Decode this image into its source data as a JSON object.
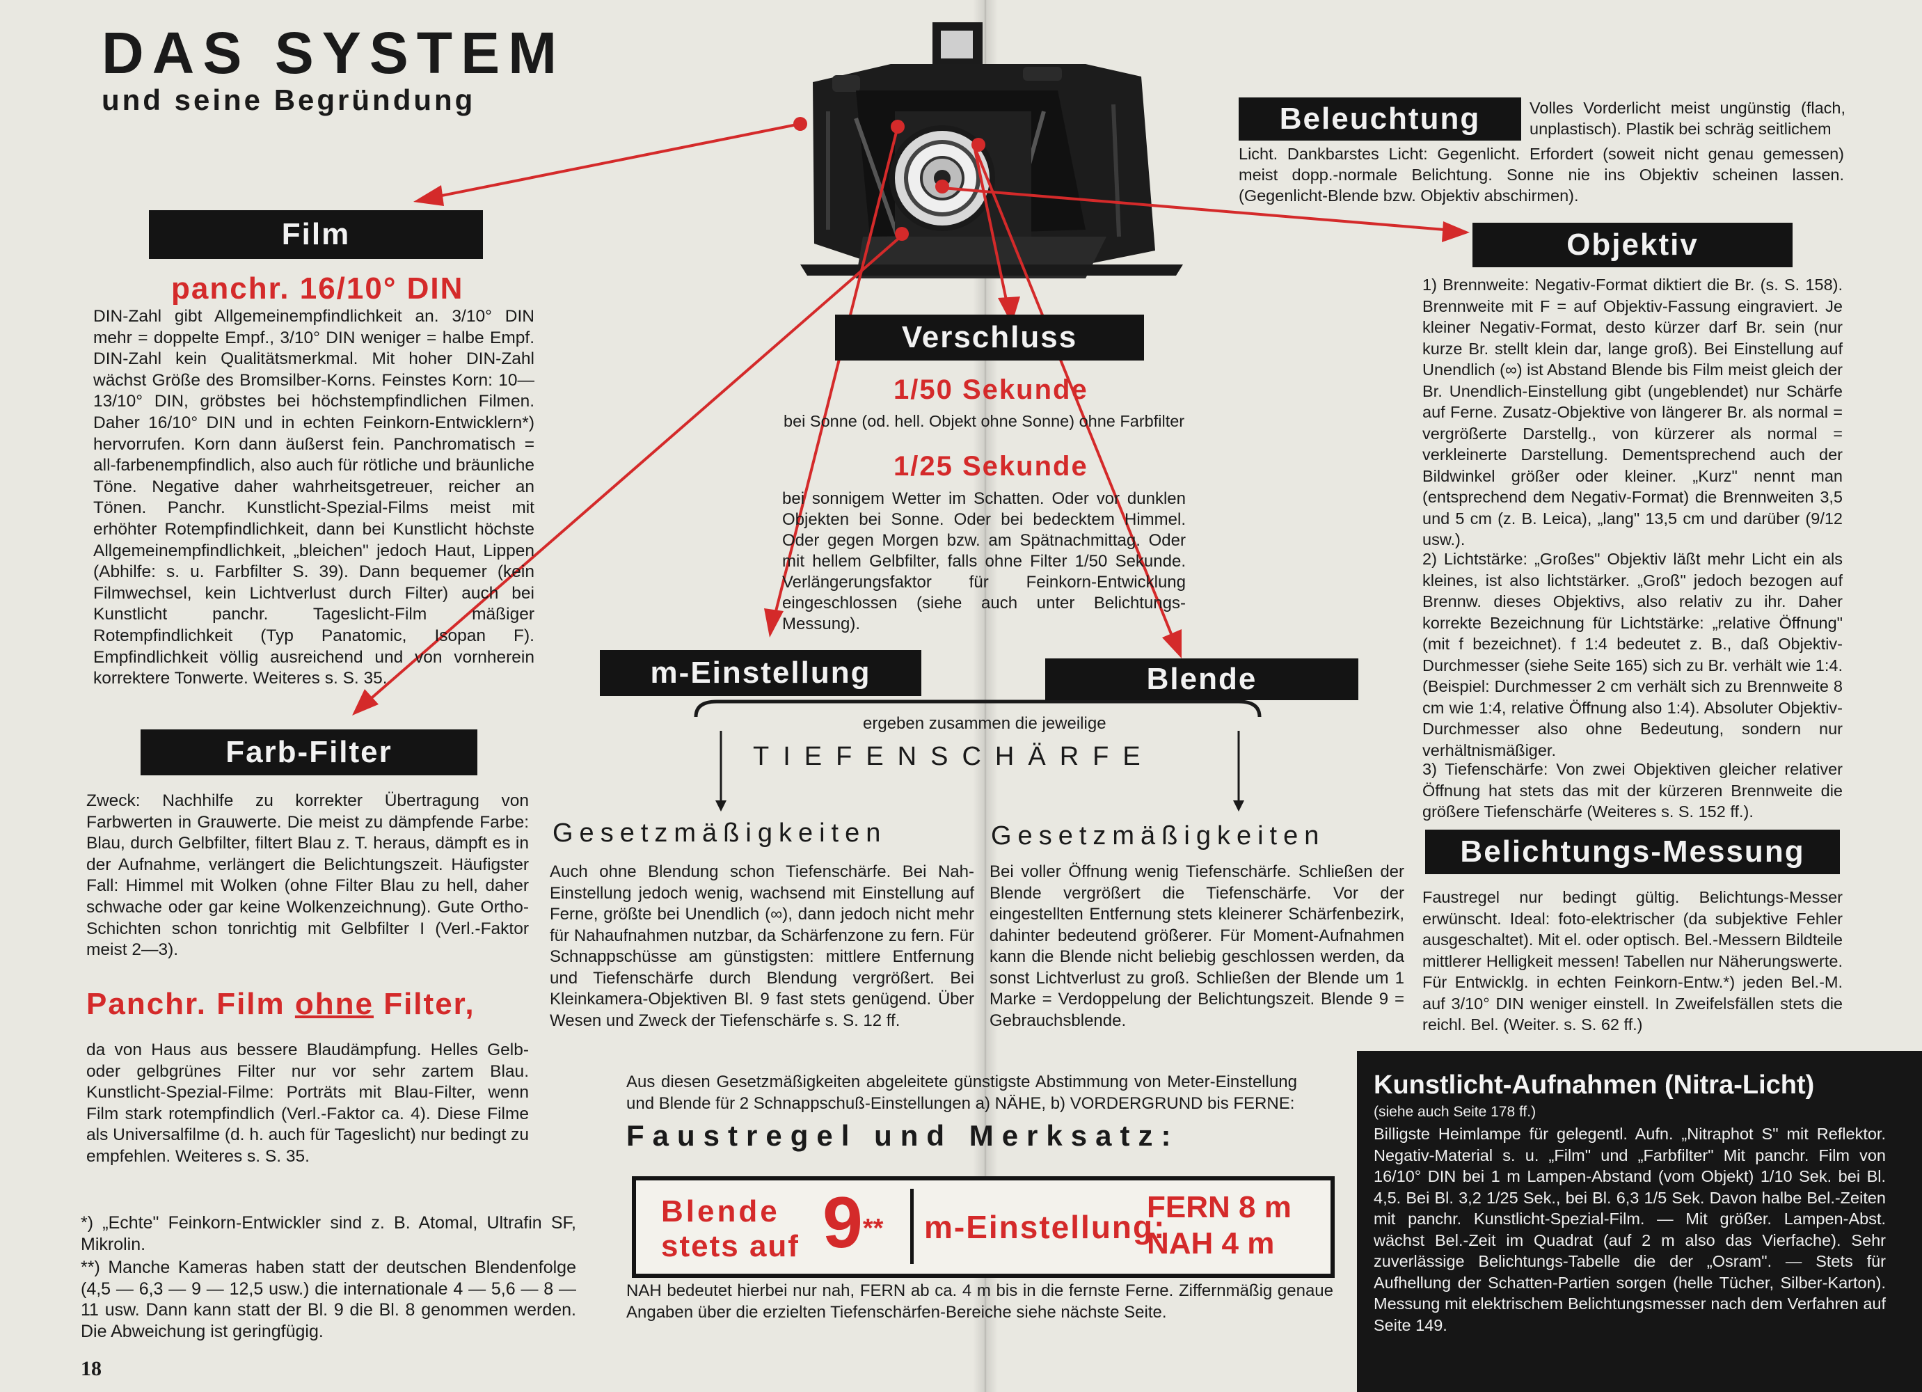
{
  "header": {
    "title": "DAS SYSTEM",
    "subtitle": "und seine Begründung"
  },
  "film": {
    "heading": "Film",
    "subheading": "panchr. 16/10° DIN",
    "body": "DIN-Zahl gibt Allgemeinempfindlichkeit an. 3/10° DIN mehr = doppelte Empf., 3/10° DIN weniger = halbe Empf. DIN-Zahl kein Qualitätsmerkmal. Mit hoher DIN-Zahl wächst Größe des Bromsilber-Korns. Feinstes Korn: 10—13/10° DIN, gröbstes bei höchstempfindlichen Filmen. Daher 16/10° DIN und in echten Feinkorn-Entwicklern*) hervorrufen. Korn dann äußerst fein. Panchromatisch = all-farbenempfindlich, also auch für rötliche und bräunliche Töne. Negative daher wahrheitsgetreuer, reicher an Tönen. Panchr. Kunstlicht-Spezial-Films meist mit erhöhter Rotempfindlichkeit, dann bei Kunstlicht höchste Allgemeinempfindlichkeit, „bleichen\" jedoch Haut, Lippen (Abhilfe: s. u. Farbfilter S. 39). Dann bequemer (kein Filmwechsel, kein Lichtverlust durch Filter) auch bei Kunstlicht panchr. Tageslicht-Film mäßiger Rotempfindlichkeit (Typ Panatomic, Isopan F). Empfindlichkeit völlig ausreichend und von vornherein korrektere Tonwerte. Weiteres s. S. 35."
  },
  "farbfilter": {
    "heading": "Farb-Filter",
    "body": "Zweck: Nachhilfe zu korrekter Übertragung von Farbwerten in Grauwerte. Die meist zu dämpfende Farbe: Blau, durch Gelbfilter, filtert Blau z. T. heraus, dämpft es in der Aufnahme, verlängert die Belichtungszeit. Häufigster Fall: Himmel mit Wolken (ohne Filter Blau zu hell, daher schwache oder gar keine Wolkenzeichnung). Gute Ortho-Schichten schon tonrichtig mit Gelbfilter I (Verl.-Faktor meist 2—3).",
    "red_prefix": "Panchr. Film ",
    "red_underlined": "ohne",
    "red_suffix": " Filter,",
    "body2": "da von Haus aus bessere Blaudämpfung. Helles Gelb- oder gelbgrünes Filter nur vor sehr zartem Blau. Kunstlicht-Spezial-Filme: Porträts mit Blau-Filter, wenn Film stark rotempfindlich (Verl.-Faktor ca. 4). Diese Filme als Universalfilme (d. h. auch für Tageslicht) nur bedingt zu empfehlen. Weiteres s. S. 35."
  },
  "footnotes": {
    "note1": "*) „Echte\" Feinkorn-Entwickler sind z. B. Atomal, Ultrafin SF, Mikrolin.",
    "note2": "**) Manche Kameras haben statt der deutschen Blendenfolge (4,5 — 6,3 — 9 — 12,5 usw.) die internationale 4 — 5,6 — 8 — 11 usw. Dann kann statt der Bl. 9 die Bl. 8 genommen werden. Die Abweichung ist geringfügig.",
    "page_number": "18"
  },
  "verschluss": {
    "heading": "Verschluss",
    "time1": "1/50 Sekunde",
    "text1": "bei Sonne (od. hell. Objekt ohne Sonne) ohne Farbfilter",
    "time2": "1/25 Sekunde",
    "text2": "bei sonnigem Wetter im Schatten. Oder vor dunklen Objekten bei Sonne. Oder bei bedecktem Himmel. Oder gegen Morgen bzw. am Spätnachmittag. Oder mit hellem Gelbfilter, falls ohne Filter 1/50 Sekunde. Verlängerungsfaktor für Feinkorn-Entwicklung eingeschlossen (siehe auch unter Belichtungs-Messung)."
  },
  "meinstellung": {
    "heading": "m-Einstellung"
  },
  "blende": {
    "heading": "Blende"
  },
  "tiefenschaerfe": {
    "intro": "ergeben zusammen die jeweilige",
    "heading": "TIEFENSCHÄRFE",
    "left_head": "Gesetzmäßigkeiten",
    "right_head": "Gesetzmäßigkeiten",
    "left_body": "Auch ohne Blendung schon Tiefenschärfe. Bei Nah-Einstellung jedoch wenig, wachsend mit Einstellung auf Ferne, größte bei Unendlich (∞), dann jedoch nicht mehr für Nahaufnahmen nutzbar, da Schärfenzone zu fern. Für Schnappschüsse am günstigsten: mittlere Entfernung und Tiefenschärfe durch Blendung vergrößert. Bei Kleinkamera-Objektiven Bl. 9 fast stets genügend. Über Wesen und Zweck der Tiefenschärfe s. S. 12 ff.",
    "right_body": "Bei voller Öffnung wenig Tiefenschärfe. Schließen der Blende vergrößert die Tiefenschärfe. Vor der eingestellten Entfernung stets kleinerer Schärfenbezirk, dahinter bedeutend größerer. Für Moment-Aufnahmen kann die Blende nicht beliebig geschlossen werden, da sonst Lichtverlust zu groß. Schließen der Blende um 1 Marke = Verdoppelung der Belichtungszeit. Blende 9 = Gebrauchsblende."
  },
  "faustregel": {
    "intro": "Aus diesen Gesetzmäßigkeiten abgeleitete günstigste Abstimmung von Meter-Einstellung und Blende für 2 Schnappschuß-Einstellungen a) NÄHE, b) VORDERGRUND bis FERNE:",
    "heading": "Faustregel und Merksatz:",
    "blende_line1": "Blende",
    "blende_line2": "stets auf",
    "blende_value": "9",
    "blende_mark": "**",
    "m_label": "m-Einstellung:",
    "fern": "FERN 8 m",
    "nah": "NAH 4 m",
    "footer": "NAH bedeutet hierbei nur nah, FERN ab ca. 4 m bis in die fernste Ferne. Ziffernmäßig genaue Angaben über die erzielten Tiefenschärfen-Bereiche siehe nächste Seite."
  },
  "beleuchtung": {
    "heading": "Beleuchtung",
    "body_right": "Volles Vorderlicht meist ungünstig (flach, unplastisch). Plastik bei schräg seitlichem",
    "body": "Licht. Dankbarstes Licht: Gegenlicht. Erfordert (soweit nicht genau gemessen) meist dopp.-normale Belichtung. Sonne nie ins Objektiv scheinen lassen. (Gegenlicht-Blende bzw. Objektiv abschirmen)."
  },
  "objektiv": {
    "heading": "Objektiv",
    "body1": "1) Brennweite: Negativ-Format diktiert die Br. (s. S. 158). Brennweite mit F = auf Objektiv-Fassung eingraviert. Je kleiner Negativ-Format, desto kürzer darf Br. sein (nur kurze Br. stellt klein dar, lange groß). Bei Einstellung auf Unendlich (∞) ist Abstand Blende bis Film meist gleich der Br. Unendlich-Einstellung gibt (ungeblendet) nur Schärfe auf Ferne. Zusatz-Objektive von längerer Br. als normal = vergrößerte Darstellg., von kürzerer als normal = verkleinerte Darstellung. Dementsprechend auch der Bildwinkel größer oder kleiner. „Kurz\" nennt man (entsprechend dem Negativ-Format) die Brennweiten 3,5 und 5 cm (z. B. Leica), „lang\" 13,5 cm und darüber (9/12 usw.).",
    "body2": "2) Lichtstärke: „Großes\" Objektiv läßt mehr Licht ein als kleines, ist also lichtstärker. „Groß\" jedoch bezogen auf Brennw. dieses Objektivs, also relativ zu ihr. Daher korrekte Bezeichnung für Lichtstärke: „relative Öffnung\" (mit f bezeichnet). f 1:4 bedeutet z. B., daß Objektiv-Durchmesser (siehe Seite 165) sich zu Br. verhält wie 1:4. (Beispiel: Durchmesser 2 cm verhält sich zu Brennweite 8 cm wie 1:4, relative Öffnung also 1:4). Absoluter Objektiv-Durchmesser also ohne Bedeutung, sondern nur verhältnismäßiger.",
    "body3": "3) Tiefenschärfe: Von zwei Objektiven gleicher relativer Öffnung hat stets das mit der kürzeren Brennweite die größere Tiefenschärfe (Weiteres s. S. 152 ff.)."
  },
  "belichtungsmessung": {
    "heading": "Belichtungs-Messung",
    "body": "Faustregel nur bedingt gültig. Belichtungs-Messer erwünscht. Ideal: foto-elektrischer (da subjektive Fehler ausgeschaltet). Mit el. oder optisch. Bel.-Messern Bildteile mittlerer Helligkeit messen! Tabellen nur Näherungswerte. Für Entwicklg. in echten Feinkorn-Entw.*) jeden Bel.-M. auf 3/10° DIN weniger einstell. In Zweifelsfällen stets die reichl. Bel. (Weiter. s. S. 62 ff.)"
  },
  "kunstlicht": {
    "heading": "Kunstlicht-Aufnahmen (Nitra-Licht)",
    "subheading": "(siehe auch Seite 178 ff.)",
    "body": "Billigste Heimlampe für gelegentl. Aufn. „Nitraphot S\" mit Reflektor. Negativ-Material s. u. „Film\" und „Farbfilter\" Mit panchr. Film von 16/10° DIN bei 1 m Lampen-Abstand (vom Objekt) 1/10 Sek. bei Bl. 4,5. Bei Bl. 3,2 1/25 Sek., bei Bl. 6,3 1/5 Sek. Davon halbe Bel.-Zeiten mit panchr. Kunstlicht-Spezial-Film. — Mit größer. Lampen-Abst. wächst Bel.-Zeit im Quadrat (auf 2 m also das Vierfache). Sehr zuverlässige Belichtungs-Tabelle die der „Osram\". — Stets für Aufhellung der Schatten-Partien sorgen (helle Tücher, Silber-Karton). Messung mit elektrischem Belichtungsmesser nach dem Verfahren auf Seite 149."
  },
  "colors": {
    "accent_red": "#d42a2a",
    "bar_black": "#141414",
    "paper": "#e9e8e1"
  }
}
